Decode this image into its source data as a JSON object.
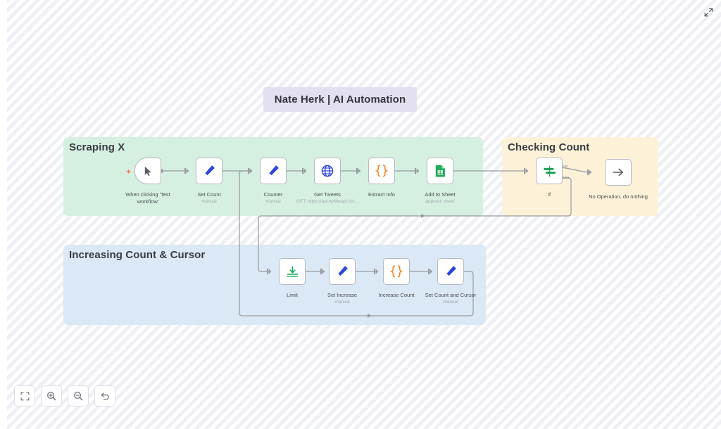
{
  "app": {
    "title_chip": "Nate Herk | AI Automation",
    "expand_icon": "expand-diagonal-icon"
  },
  "notes": [
    {
      "name": "scraping-x",
      "title": "Scraping X"
    },
    {
      "name": "checking-count",
      "title": "Checking Count"
    },
    {
      "name": "increasing-count-cursor",
      "title": "Increasing Count & Cursor"
    }
  ],
  "nodes": [
    {
      "id": "when-clicking-test-workflow",
      "label": "When clicking 'Test\nworkflow'",
      "sub": "",
      "icon": "cursor-pointer-icon"
    },
    {
      "id": "set-count",
      "label": "Set Count",
      "sub": "manual",
      "icon": "pencil-edit-icon"
    },
    {
      "id": "counter",
      "label": "Counter",
      "sub": "manual",
      "icon": "pencil-edit-icon"
    },
    {
      "id": "get-tweets",
      "label": "Get Tweets",
      "sub": "GET: https://api.twitterapi.io/t...",
      "icon": "globe-http-icon"
    },
    {
      "id": "extract-info",
      "label": "Extract Info",
      "sub": "",
      "icon": "code-braces-icon"
    },
    {
      "id": "add-to-sheet",
      "label": "Add to Sheet",
      "sub": "append: sheet",
      "icon": "google-sheets-icon"
    },
    {
      "id": "if",
      "label": "If",
      "sub": "",
      "icon": "if-filter-icon"
    },
    {
      "id": "no-operation-do-nothing",
      "label": "No Operation, do nothing",
      "sub": "",
      "icon": "arrow-right-icon"
    },
    {
      "id": "limit",
      "label": "Limit",
      "sub": "",
      "icon": "limit-arrow-icon"
    },
    {
      "id": "set-increase",
      "label": "Set Increase",
      "sub": "manual",
      "icon": "pencil-edit-icon"
    },
    {
      "id": "increase-count",
      "label": "Increase Count",
      "sub": "",
      "icon": "code-braces-icon"
    },
    {
      "id": "set-count-and-cursor",
      "label": "Set Count and Cursor",
      "sub": "manual",
      "icon": "pencil-edit-icon"
    }
  ],
  "connection_labels": {
    "if_true": "true",
    "if_false": "false"
  },
  "toolbar": [
    {
      "name": "fit-to-view-button",
      "icon": "fit-screen-icon"
    },
    {
      "name": "zoom-in-button",
      "icon": "zoom-in-icon"
    },
    {
      "name": "zoom-out-button",
      "icon": "zoom-out-icon"
    },
    {
      "name": "reset-zoom-button",
      "icon": "undo-arrow-icon"
    }
  ],
  "colors": {
    "note_green": "#d5f0e1",
    "note_yellow": "#fdf2d8",
    "note_blue": "#dbe8f5",
    "title_chip": "#e2e0f1",
    "wire": "#989aa1",
    "accent_blue": "#2d46d6",
    "accent_orange": "#f58220",
    "accent_green": "#28a745",
    "trigger_spark": "#ff7a59"
  }
}
